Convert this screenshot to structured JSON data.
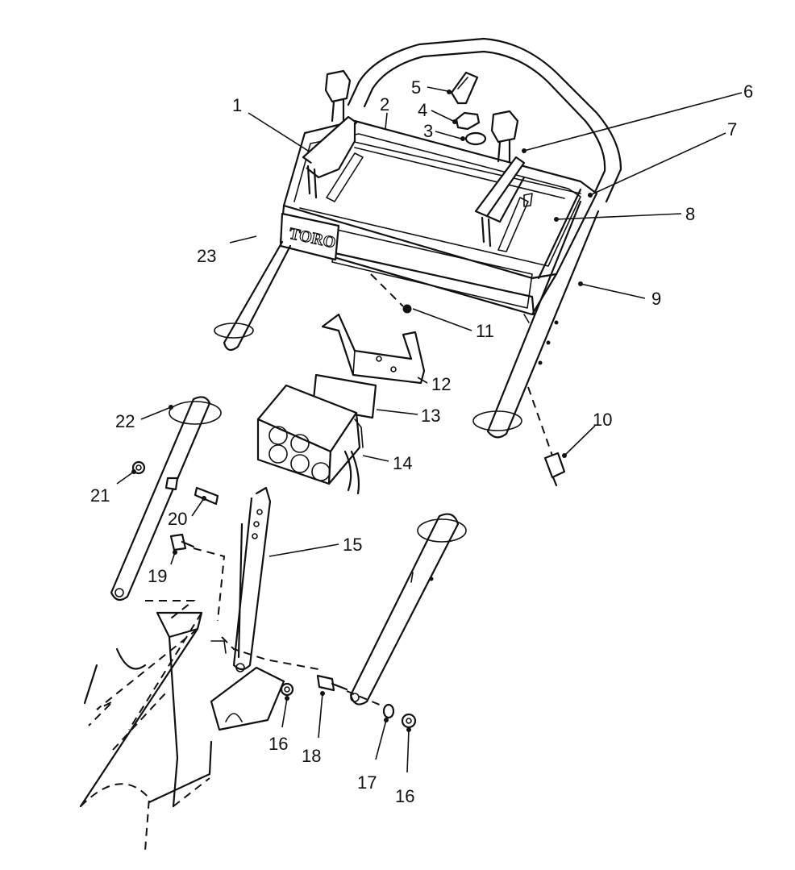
{
  "diagram": {
    "logo_text": "TORO",
    "callouts": [
      {
        "id": "c1",
        "label": "1"
      },
      {
        "id": "c2",
        "label": "2"
      },
      {
        "id": "c3",
        "label": "3"
      },
      {
        "id": "c4",
        "label": "4"
      },
      {
        "id": "c5",
        "label": "5"
      },
      {
        "id": "c6",
        "label": "6"
      },
      {
        "id": "c7",
        "label": "7"
      },
      {
        "id": "c8",
        "label": "8"
      },
      {
        "id": "c9",
        "label": "9"
      },
      {
        "id": "c10",
        "label": "10"
      },
      {
        "id": "c11",
        "label": "11"
      },
      {
        "id": "c12",
        "label": "12"
      },
      {
        "id": "c13",
        "label": "13"
      },
      {
        "id": "c14",
        "label": "14"
      },
      {
        "id": "c15",
        "label": "15"
      },
      {
        "id": "c16a",
        "label": "16"
      },
      {
        "id": "c16b",
        "label": "16"
      },
      {
        "id": "c17",
        "label": "17"
      },
      {
        "id": "c18",
        "label": "18"
      },
      {
        "id": "c19",
        "label": "19"
      },
      {
        "id": "c20",
        "label": "20"
      },
      {
        "id": "c21",
        "label": "21"
      },
      {
        "id": "c22",
        "label": "22"
      },
      {
        "id": "c23",
        "label": "23"
      }
    ]
  }
}
